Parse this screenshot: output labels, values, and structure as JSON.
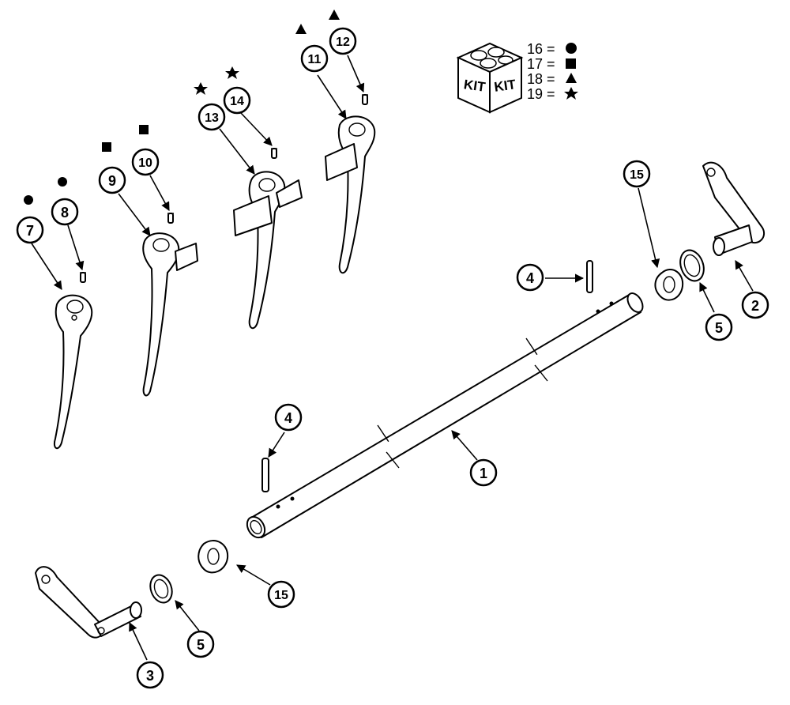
{
  "callouts": {
    "c1": "1",
    "c2": "2",
    "c3": "3",
    "c4a": "4",
    "c4b": "4",
    "c5a": "5",
    "c5b": "5",
    "c7": "7",
    "c8": "8",
    "c9": "9",
    "c10": "10",
    "c11": "11",
    "c12": "12",
    "c13": "13",
    "c14": "14",
    "c15a": "15",
    "c15b": "15"
  },
  "kit": {
    "box_left_label": "KIT",
    "box_right_label": "KIT",
    "legend": [
      {
        "label": "16 =",
        "symbol": "circle"
      },
      {
        "label": "17 =",
        "symbol": "square"
      },
      {
        "label": "18 =",
        "symbol": "triangle"
      },
      {
        "label": "19 =",
        "symbol": "star"
      }
    ]
  },
  "ink_color": "#000000",
  "paper_color": "#ffffff"
}
